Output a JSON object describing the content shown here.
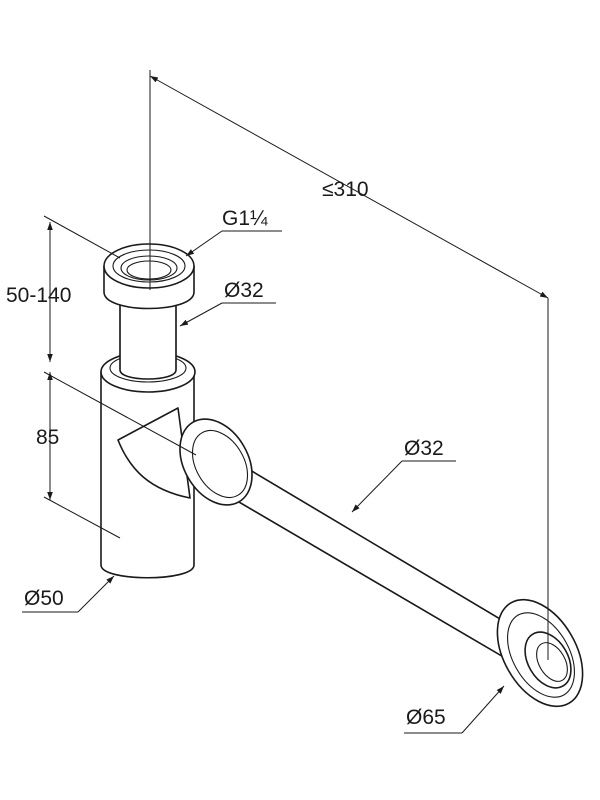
{
  "dimensions": {
    "length_max": "≤310",
    "thread": "G1¼",
    "height_range": "50-140",
    "inlet_diameter": "Ø32",
    "outlet_height": "85",
    "outlet_pipe_diameter": "Ø32",
    "body_diameter": "Ø50",
    "rosette_diameter": "Ø65"
  },
  "colors": {
    "line": "#1a1a1a",
    "background": "#ffffff"
  }
}
